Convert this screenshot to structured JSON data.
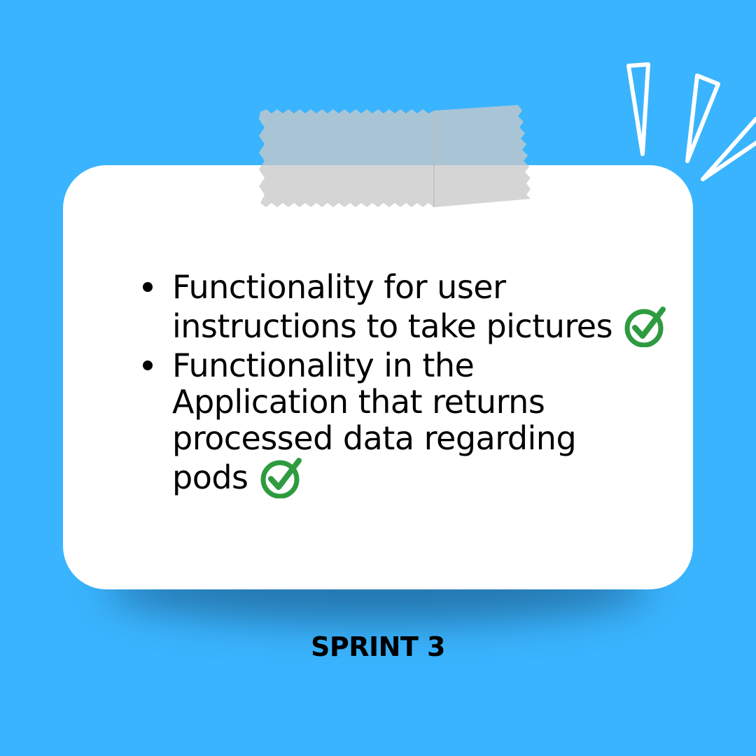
{
  "colors": {
    "background": "#3AB4FE",
    "card": "#FFFFFF",
    "tape": "#C9C9C9",
    "check": "#2E9B40",
    "text": "#000000"
  },
  "bullets": [
    {
      "lines": [
        "Functionality for user",
        "instructions to take pictures"
      ],
      "completed": true,
      "icon": "check-circle-icon"
    },
    {
      "lines": [
        "Functionality in the",
        "Application that returns",
        "processed data regarding",
        "pods"
      ],
      "completed": true,
      "icon": "check-circle-icon"
    }
  ],
  "footer": {
    "label": "SPRINT 3"
  }
}
